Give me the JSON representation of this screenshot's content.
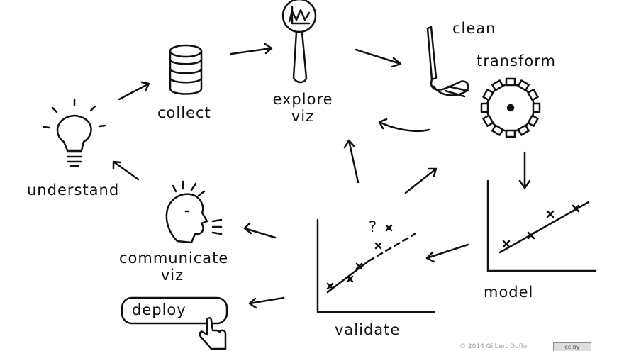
{
  "labels": {
    "understand": "understand",
    "collect": "collect",
    "explore": "explore",
    "viz1": "viz",
    "clean": "clean",
    "transform": "transform",
    "model": "model",
    "validate": "validate",
    "communicate": "communicate",
    "viz2": "viz",
    "deploy": "deploy",
    "question": "?"
  },
  "footer": {
    "credit": "© 2014 Gilbert Duffo",
    "license": "cc by"
  },
  "colors": {
    "ink": "#111111",
    "background": "#ffffff"
  }
}
